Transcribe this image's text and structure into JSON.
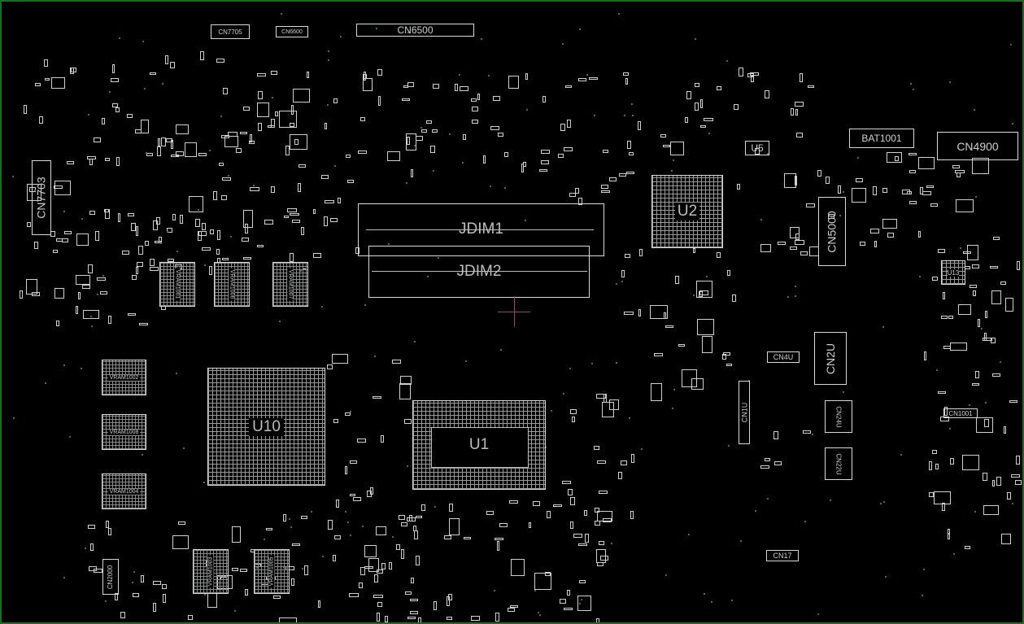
{
  "board": {
    "connectors": {
      "cn7705": "CN7705",
      "cn6600": "CN6600",
      "cn6500": "CN6500",
      "cn7703": "CN7703",
      "bat1001": "BAT1001",
      "cn4900": "CN4900",
      "cn5000": "CN5000",
      "cn1u": "CN1U",
      "cn4u": "CN4U",
      "cn2u": "CN2U",
      "cn24u": "CN24U",
      "cn22u": "CN22U",
      "cn17": "CN17",
      "cn1001": "CN1001",
      "cn2000": "CN2000"
    },
    "slots": {
      "jdim1": "JDIM1",
      "jdim2": "JDIM2"
    },
    "chips": {
      "u1": "U1",
      "u2": "U2",
      "u5": "U5",
      "u10": "U10",
      "u13": "U13"
    },
    "vram": [
      "VRAM1001",
      "VRAM1006",
      "VRAM1007",
      "VRAM1002",
      "VRAM1008",
      "VRAM1004",
      "VRAM1003",
      "VRAM1005"
    ]
  },
  "colors": {
    "border": "#1f6b1f",
    "outline": "#d8d8d8",
    "cursor": "#9a4a4a",
    "via": "#2f7a5a"
  }
}
